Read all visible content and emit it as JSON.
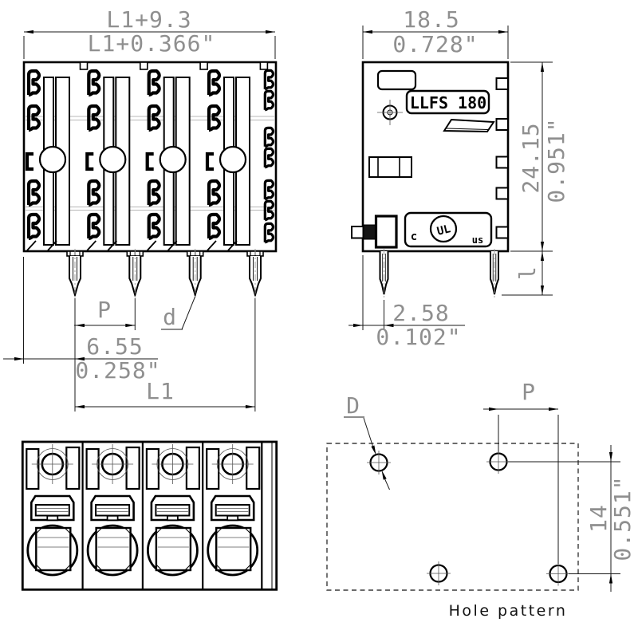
{
  "labels": {
    "product": "LLFS 180",
    "ul_c": "c",
    "ul_mark": "UL",
    "ul_us": "us",
    "caption": "Hole pattern"
  },
  "front_view": {
    "overall_width_mm": "L1+9.3",
    "overall_width_in": "L1+0.366\"",
    "pitch_label": "P",
    "pin_diameter_label": "d",
    "first_pin_offset_mm": "6.55",
    "first_pin_offset_in": "0.258\"",
    "length_label": "L1"
  },
  "side_view": {
    "depth_mm": "18.5",
    "depth_in": "0.728\"",
    "height_mm": "24.15",
    "height_in": "0.951\"",
    "pin_offset_mm": "2.58",
    "pin_offset_in": "0.102\"",
    "pin_length_label": "l"
  },
  "hole_pattern": {
    "hole_diameter_label": "D",
    "pitch_label": "P",
    "row_spacing_mm": "14",
    "row_spacing_in": "0.551\""
  }
}
